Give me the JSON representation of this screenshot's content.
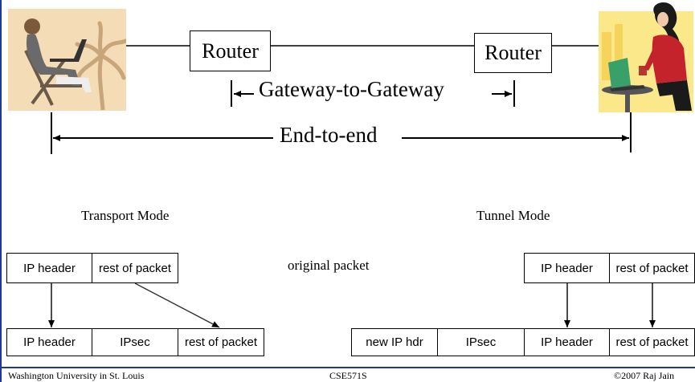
{
  "network": {
    "router_left": "Router",
    "router_right": "Router",
    "gateway_label": "Gateway-to-Gateway",
    "endtoend_label": "End-to-end"
  },
  "modes": {
    "transport_title": "Transport Mode",
    "tunnel_title": "Tunnel Mode",
    "original_packet": "original packet"
  },
  "transport": {
    "original": [
      "IP header",
      "rest of packet"
    ],
    "result": [
      "IP header",
      "IPsec",
      "rest of packet"
    ]
  },
  "tunnel": {
    "original": [
      "IP header",
      "rest of packet"
    ],
    "result": [
      "new IP hdr",
      "IPsec",
      "IP header",
      "rest of packet"
    ]
  },
  "footer": {
    "left": "Washington University in St. Louis",
    "center": "CSE571S",
    "right": "©2007 Raj Jain"
  },
  "colors": {
    "accent": "#1f3a93",
    "clipart_bg_left": "#f3dcb6",
    "clipart_bg_right": "#fbe88a"
  }
}
